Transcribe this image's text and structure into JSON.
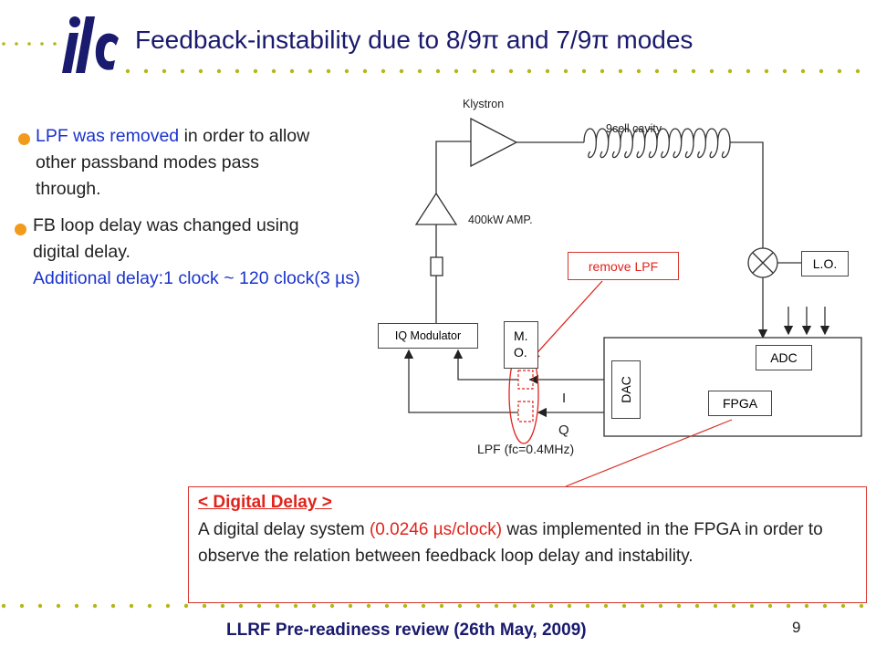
{
  "title": "Feedback-instability due to 8/9π and 7/9π modes",
  "logo_text": "ilc",
  "bullets": [
    {
      "lines": [
        [
          {
            "text": "LPF",
            "color": "blue"
          },
          {
            "text": " was removed",
            "color": "blue"
          },
          {
            "text": " in order to allow",
            "color": "dark"
          }
        ],
        [
          {
            "text": "other passband modes pass",
            "color": "dark"
          }
        ],
        [
          {
            "text": "through.",
            "color": "dark"
          }
        ]
      ]
    },
    {
      "lines": [
        [
          {
            "text": "FB loop delay was changed using",
            "color": "dark"
          }
        ],
        [
          {
            "text": "digital delay.",
            "color": "dark"
          }
        ],
        [
          {
            "text": "Additional delay:1 clock ~ 120 clock(3 µs)",
            "color": "blue"
          }
        ]
      ]
    }
  ],
  "diagram": {
    "klystron": "Klystron",
    "cavity": "9cell cavity",
    "amp": "400kW AMP.",
    "lo": "L.O.",
    "remove_lpf": "remove LPF",
    "iq_modulator": "IQ Modulator",
    "mo": "M.\nO.",
    "adc": "ADC",
    "dac": "DAC",
    "fpga": "FPGA",
    "i": "I",
    "q": "Q",
    "lpf_label": "LPF (fc=0.4MHz)"
  },
  "note": {
    "title": "< Digital Delay >",
    "body_pre": "A digital delay system ",
    "body_highlight": "(0.0246 µs/clock)",
    "body_post": " was implemented in the FPGA in order to observe the relation between feedback loop delay and instability."
  },
  "footer": "LLRF Pre-readiness review (26th May, 2009)",
  "page_number": "9",
  "colors": {
    "title": "#1a1a6e",
    "accent_blue": "#1a33cc",
    "accent_red": "#e0231b",
    "bullet": "#f29a1b",
    "dots": "#b3b817"
  }
}
